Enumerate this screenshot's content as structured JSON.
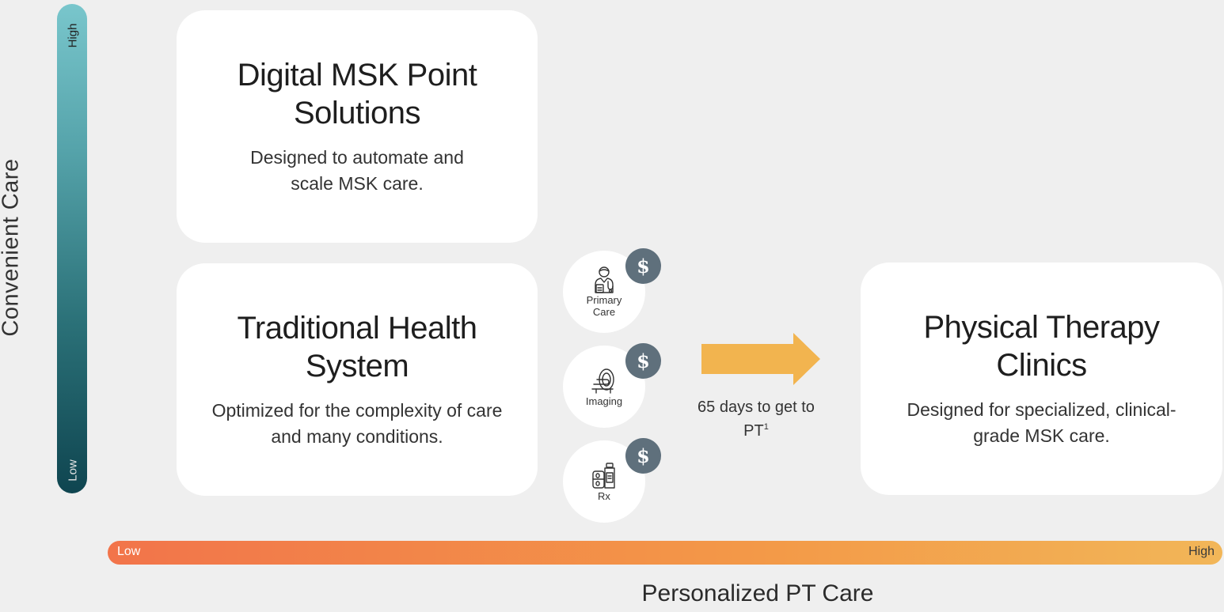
{
  "axes": {
    "y": {
      "title": "Convenient Care",
      "high_label": "High",
      "low_label": "Low"
    },
    "x": {
      "title": "Personalized PT Care",
      "low_label": "Low",
      "high_label": "High"
    }
  },
  "cards": {
    "digital": {
      "title": "Digital MSK Point Solutions",
      "description": "Designed to automate and scale MSK care."
    },
    "traditional": {
      "title": "Traditional Health System",
      "description": "Optimized for the complexity of care and many conditions."
    },
    "pt": {
      "title": "Physical Therapy Clinics",
      "description": "Designed for specialized, clinical-grade MSK care."
    }
  },
  "steps": [
    {
      "label": "Primary Care",
      "icon": "doctor-icon",
      "badge": "$"
    },
    {
      "label": "Imaging",
      "icon": "scanner-icon",
      "badge": "$"
    },
    {
      "label": "Rx",
      "icon": "pill-bottle-icon",
      "badge": "$"
    }
  ],
  "arrow": {
    "text": "65 days to get to PT",
    "footnote": "1"
  },
  "colors": {
    "background": "#efefef",
    "card": "#ffffff",
    "badge": "#5f707c",
    "arrow": "#f2b44f",
    "y_gradient_top": "#79c6cc",
    "y_gradient_bottom": "#0f4550",
    "x_gradient_left": "#f2744a",
    "x_gradient_right": "#f2b658"
  }
}
